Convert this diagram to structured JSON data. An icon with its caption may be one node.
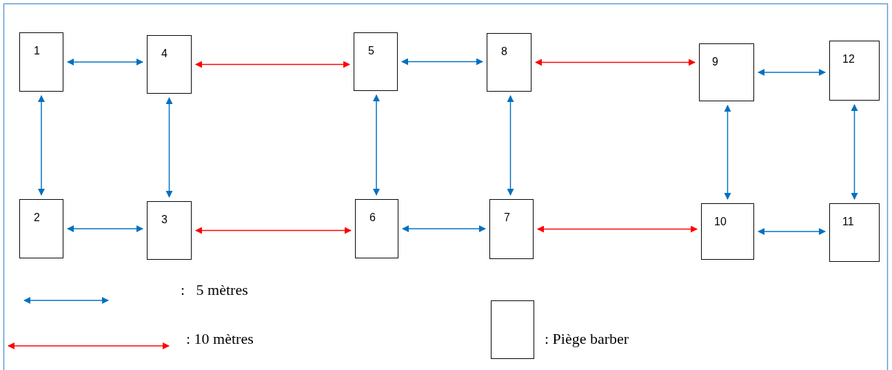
{
  "diagram": {
    "nodes": [
      {
        "text": [
          "1"
        ]
      },
      {
        "text": [
          "4"
        ]
      },
      {
        "text": [
          "5"
        ]
      },
      {
        "text": [
          "8"
        ]
      },
      {
        "text": [
          "9"
        ]
      },
      {
        "text": [
          "12"
        ]
      },
      {
        "text": [
          "2"
        ]
      },
      {
        "text": [
          "3"
        ]
      },
      {
        "text": [
          "6"
        ]
      },
      {
        "text": [
          "7"
        ]
      },
      {
        "text": [
          "10"
        ]
      },
      {
        "text": [
          "11"
        ]
      },
      {
        "text": [],
        "shape": "box"
      }
    ],
    "edges": [
      {
        "from": 0,
        "to": 1,
        "arrow": "both"
      },
      {
        "from": 1,
        "to": 2,
        "arrow": "both",
        "color": "#ff0000"
      },
      {
        "from": 2,
        "to": 3,
        "arrow": "both"
      },
      {
        "from": 3,
        "to": 4,
        "arrow": "both",
        "color": "#ff0000"
      },
      {
        "from": 4,
        "to": 5,
        "arrow": "both"
      },
      {
        "from": 0,
        "to": 6,
        "arrow": "both"
      },
      {
        "from": 1,
        "to": 7,
        "arrow": "both"
      },
      {
        "from": 2,
        "to": 8,
        "arrow": "both"
      },
      {
        "from": 3,
        "to": 9,
        "arrow": "both"
      },
      {
        "from": 4,
        "to": 10,
        "arrow": "both"
      },
      {
        "from": 5,
        "to": 11,
        "arrow": "both"
      },
      {
        "from": 6,
        "to": 7,
        "arrow": "both"
      },
      {
        "from": 7,
        "to": 8,
        "arrow": "both",
        "color": "#ff0000"
      },
      {
        "from": 8,
        "to": 9,
        "arrow": "both"
      },
      {
        "from": 9,
        "to": 10,
        "arrow": "both",
        "color": "#ff0000"
      },
      {
        "from": 10,
        "to": 11,
        "arrow": "both"
      }
    ],
    "legend": [
      {
        "text": ":   5 mètres"
      },
      {
        "text": ": 10 mètres"
      },
      {
        "text": ": Piège barber"
      }
    ]
  }
}
